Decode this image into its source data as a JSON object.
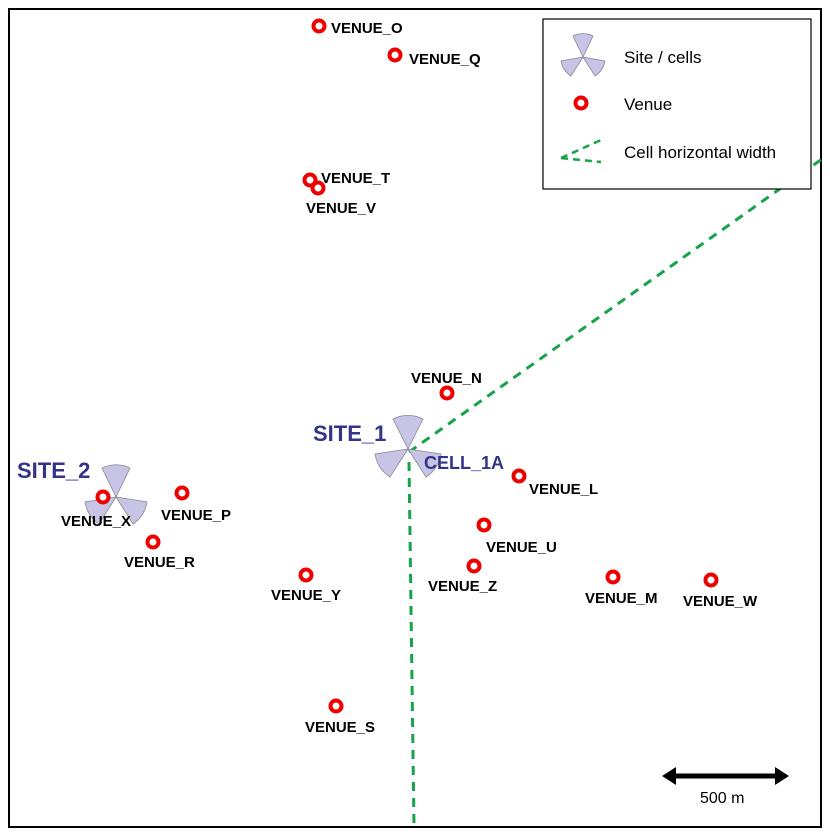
{
  "map": {
    "colors": {
      "venue": "#ee0000",
      "site_label": "#333388",
      "sector": "#c8c4e6",
      "sector_stroke": "#888899",
      "width_line": "#16a34a",
      "frame": "#000000"
    },
    "sites": [
      {
        "id": "site-1",
        "label": "SITE_1"
      },
      {
        "id": "site-2",
        "label": "SITE_2"
      }
    ],
    "cell": {
      "label": "CELL_1A"
    },
    "venues": [
      {
        "id": "o",
        "label": "VENUE_O"
      },
      {
        "id": "q",
        "label": "VENUE_Q"
      },
      {
        "id": "t",
        "label": "VENUE_T"
      },
      {
        "id": "v",
        "label": "VENUE_V"
      },
      {
        "id": "n",
        "label": "VENUE_N"
      },
      {
        "id": "l",
        "label": "VENUE_L"
      },
      {
        "id": "u",
        "label": "VENUE_U"
      },
      {
        "id": "z",
        "label": "VENUE_Z"
      },
      {
        "id": "m",
        "label": "VENUE_M"
      },
      {
        "id": "w",
        "label": "VENUE_W"
      },
      {
        "id": "y",
        "label": "VENUE_Y"
      },
      {
        "id": "s",
        "label": "VENUE_S"
      },
      {
        "id": "x",
        "label": "VENUE_X"
      },
      {
        "id": "p",
        "label": "VENUE_P"
      },
      {
        "id": "r",
        "label": "VENUE_R"
      }
    ],
    "legend": {
      "site_label": "Site / cells",
      "venue_label": "Venue",
      "width_label": "Cell horizontal width"
    },
    "scale_bar": {
      "label": "500 m"
    }
  }
}
